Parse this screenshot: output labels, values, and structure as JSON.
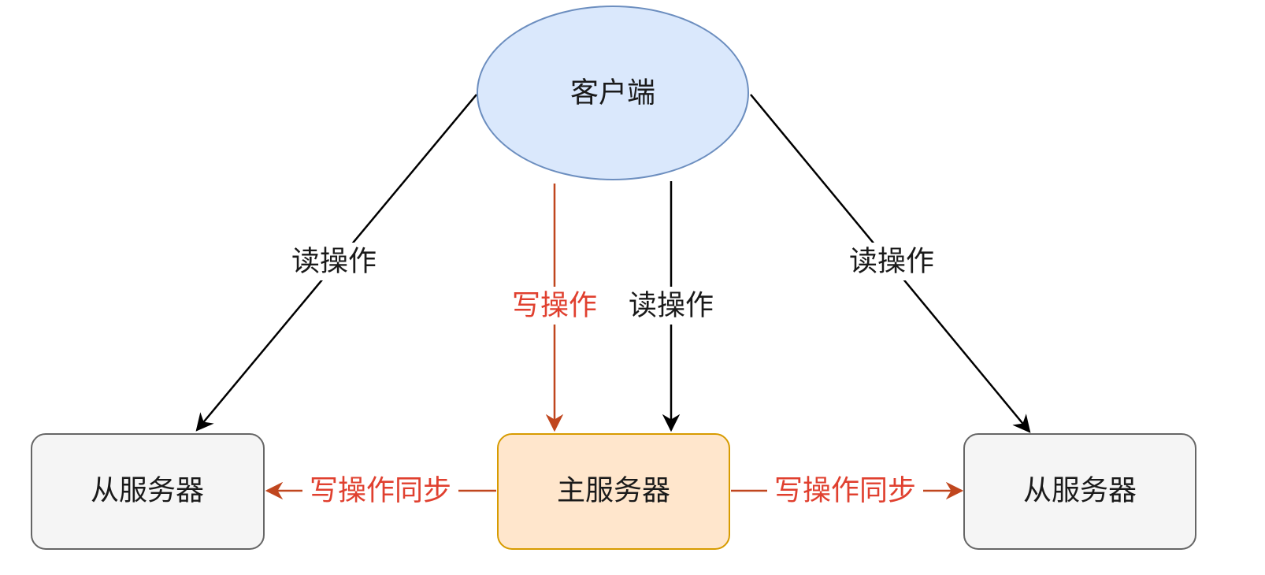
{
  "colors": {
    "client_fill": "#dae8fc",
    "client_stroke": "#6c8ebf",
    "master_fill": "#ffe6cc",
    "master_stroke": "#d79b00",
    "slave_fill": "#f5f5f5",
    "slave_stroke": "#666666",
    "read_edge": "#000000",
    "write_edge": "#c0461e",
    "write_label": "#e0402f",
    "read_label": "#1a1a1a"
  },
  "nodes": {
    "client": {
      "label": "客户端"
    },
    "master": {
      "label": "主服务器"
    },
    "slave_left": {
      "label": "从服务器"
    },
    "slave_right": {
      "label": "从服务器"
    }
  },
  "edges": {
    "read_left": {
      "label": "读操作"
    },
    "write_master": {
      "label": "写操作"
    },
    "read_master": {
      "label": "读操作"
    },
    "read_right": {
      "label": "读操作"
    },
    "sync_left": {
      "label": "写操作同步"
    },
    "sync_right": {
      "label": "写操作同步"
    }
  }
}
